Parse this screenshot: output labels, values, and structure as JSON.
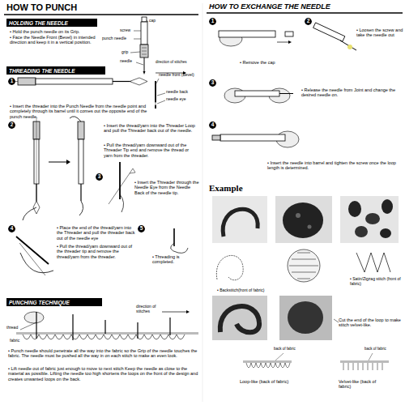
{
  "diagram": {
    "title": "HOW TO PUNCH",
    "nodes": [
      {
        "text": [
          "HOLDING THE NEEDLE"
        ]
      },
      {
        "text": [
          "THREADING THE NEEDLE"
        ]
      },
      {
        "text": [
          "1"
        ]
      },
      {
        "text": [
          "2"
        ]
      },
      {
        "text": [
          "3"
        ]
      },
      {
        "text": [
          "4"
        ]
      },
      {
        "text": [
          "5"
        ]
      },
      {
        "text": [
          "PUNCHING TECHNIQUE"
        ]
      },
      {
        "text": [
          "1"
        ]
      },
      {
        "text": [
          "2"
        ]
      },
      {
        "text": [
          "3"
        ]
      },
      {
        "text": [
          "4"
        ]
      }
    ],
    "labels": [
      "cap",
      "screw",
      "punch needle",
      "grip",
      "needle",
      "direction of stitches",
      "• Hold the punch needle on its Grip.",
      "• Face the Needle Front (Bevel) in intended direction and keep it in a vertical position.",
      "needle front (Bevel)",
      "needle back",
      "needle eye",
      "• Insert the threader into the Punch Needle from the needle point and completely through its barrel until it comes out the opposite end of the punch needle.",
      "• Insert the thread/yarn into the Threader Loop and pull the Threader back out of the needle.",
      "• Pull the thread/yarn downward out of the Threader Tip end and remove the thread or yarn from the threader.",
      "• Insert the Threader through the Needle Eye from the Needle Back of the needle tip.",
      "• Place the end of the thread/yarn into the Threader and pull the threader back out of the needle eye",
      "• Pull the thread/yarn downward out of the threader tip and remove the thread/yarn from the threader.",
      "• Threading is completed.",
      "thread",
      "fabric",
      "direction of stitches",
      "• Punch needle should penetrate all the way into the fabric so the Grip of the needle touches the fabric. The needle must be pushed all the way in on each stitch to make an even look.",
      "• Lift needle out of fabric just enough to move to next stitch Keep the needle as close to the material as possible. Lifting the needle too high shortens the loops on the front of the design and creates unwanted loops on the back.",
      "HOW TO EXCHANGE THE NEEDLE",
      "• Remove the cap",
      "• Loosen the screw and take the needle out",
      "• Release the needle from Joint and change the desired needle on.",
      "• Insert the needle into barrel and tighten the screw once the loop length is determined.",
      "Example",
      "• Backstitch(front of fabric)",
      "• Satin/Zigzag stitch (front of fabric)",
      "Cut the end of the loop to make stitch velvet-like.",
      "back of fabric",
      "back of fabric",
      "Loop-like (back of fabric)",
      "Velvet-like (back of fabric)"
    ]
  }
}
